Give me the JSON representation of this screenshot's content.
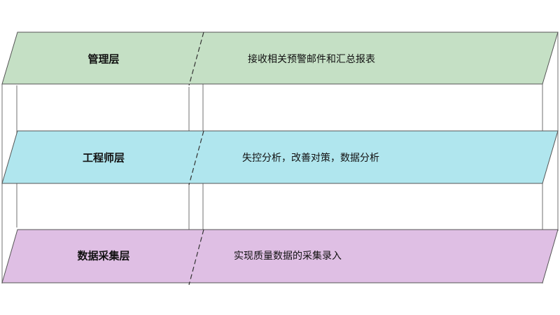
{
  "layers": [
    {
      "name": "管理层",
      "description": "接收相关预警邮件和汇总报表",
      "fill_color": "#c5e0c5"
    },
    {
      "name": "工程师层",
      "description": "失控分析，改善对策，数据分析",
      "fill_color": "#b0e6ee"
    },
    {
      "name": "数据采集层",
      "description": "实现质量数据的采集录入",
      "fill_color": "#dfbfe4"
    }
  ],
  "colors": {
    "outline": "#555555",
    "connector": "#888888"
  }
}
